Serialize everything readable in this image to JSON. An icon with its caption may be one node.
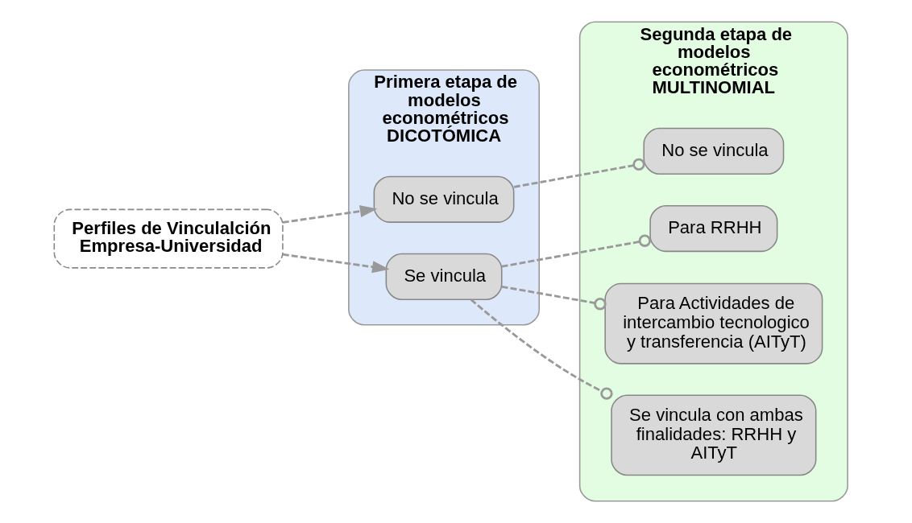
{
  "diagram": {
    "nodes": [
      {
        "text": [
          "Perfiles de Vinculalción Empresa-Universidad"
        ]
      },
      {
        "text": [
          "Primera etapa de modelos econométricos",
          "DICOTÓMICA"
        ]
      },
      {
        "text": [
          "No se vincula"
        ],
        "in": 1
      },
      {
        "text": [
          "Se vincula"
        ],
        "in": 1
      },
      {
        "text": [
          "Segunda etapa de modelos econométricos",
          "MULTINOMIAL"
        ]
      },
      {
        "text": [
          "No se vincula"
        ],
        "in": 4
      },
      {
        "text": [
          "Para RRHH"
        ],
        "in": 4
      },
      {
        "text": [
          "Para Actividades de intercambio tecnologico y transferencia (AITyT)"
        ],
        "in": 4
      },
      {
        "text": [
          "Se vincula con ambas finalidades: RRHH y AITyT"
        ],
        "in": 4
      }
    ],
    "edges": [
      {
        "from": 0,
        "to": 2,
        "arrow": "to",
        "style": "dashed"
      },
      {
        "from": 0,
        "to": 3,
        "arrow": "to",
        "style": "dashed"
      },
      {
        "from": 2,
        "to": 5,
        "arrow": "other",
        "style": "dashed"
      },
      {
        "from": 3,
        "to": 6,
        "arrow": "other",
        "style": "dashed"
      },
      {
        "from": 3,
        "to": 7,
        "arrow": "other",
        "style": "dashed"
      },
      {
        "from": 3,
        "to": 8,
        "arrow": "other",
        "style": "dashed"
      }
    ]
  }
}
